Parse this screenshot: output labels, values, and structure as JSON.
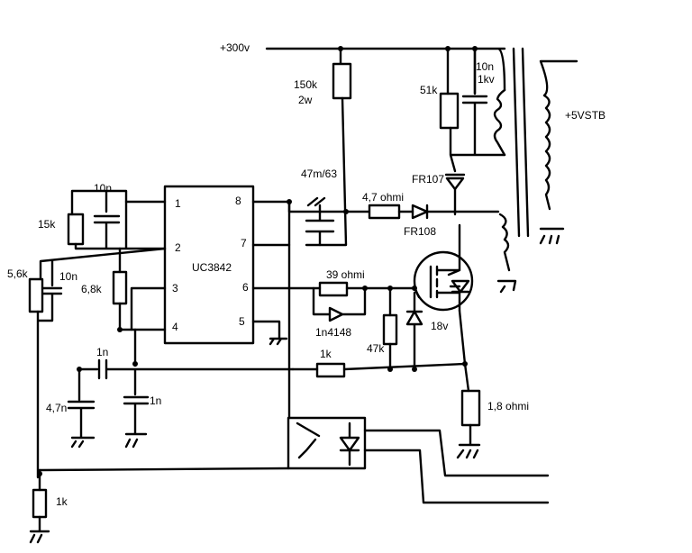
{
  "ic": {
    "name": "UC3842",
    "pins": [
      "1",
      "2",
      "3",
      "4",
      "5",
      "6",
      "7",
      "8"
    ]
  },
  "labels": {
    "supply": "+300v",
    "r_start": "150k",
    "r_start_power": "2w",
    "c_vcc": "47m/63",
    "r_gate_series": "4,7 ohmi",
    "d_gate": "FR108",
    "d_snubber": "FR107",
    "r_snubber": "51k",
    "c_snubber": "10n",
    "c_snubber_voltage": "1kv",
    "output": "+5VSTB",
    "c_comp": "10n",
    "r_comp": "15k",
    "r_left": "5,6k",
    "c_left": "10n",
    "r_fb": "6,8k",
    "r_gate": "39 ohmi",
    "d_gate_fast": "1n4148",
    "r_gate_pull": "47k",
    "zener": "18v",
    "c_timing_1": "1n",
    "c_timing_2": "4,7n",
    "c_timing_3": "1n",
    "r_cs": "1k",
    "r_shunt": "1,8 ohmi",
    "r_bottom": "1k"
  }
}
